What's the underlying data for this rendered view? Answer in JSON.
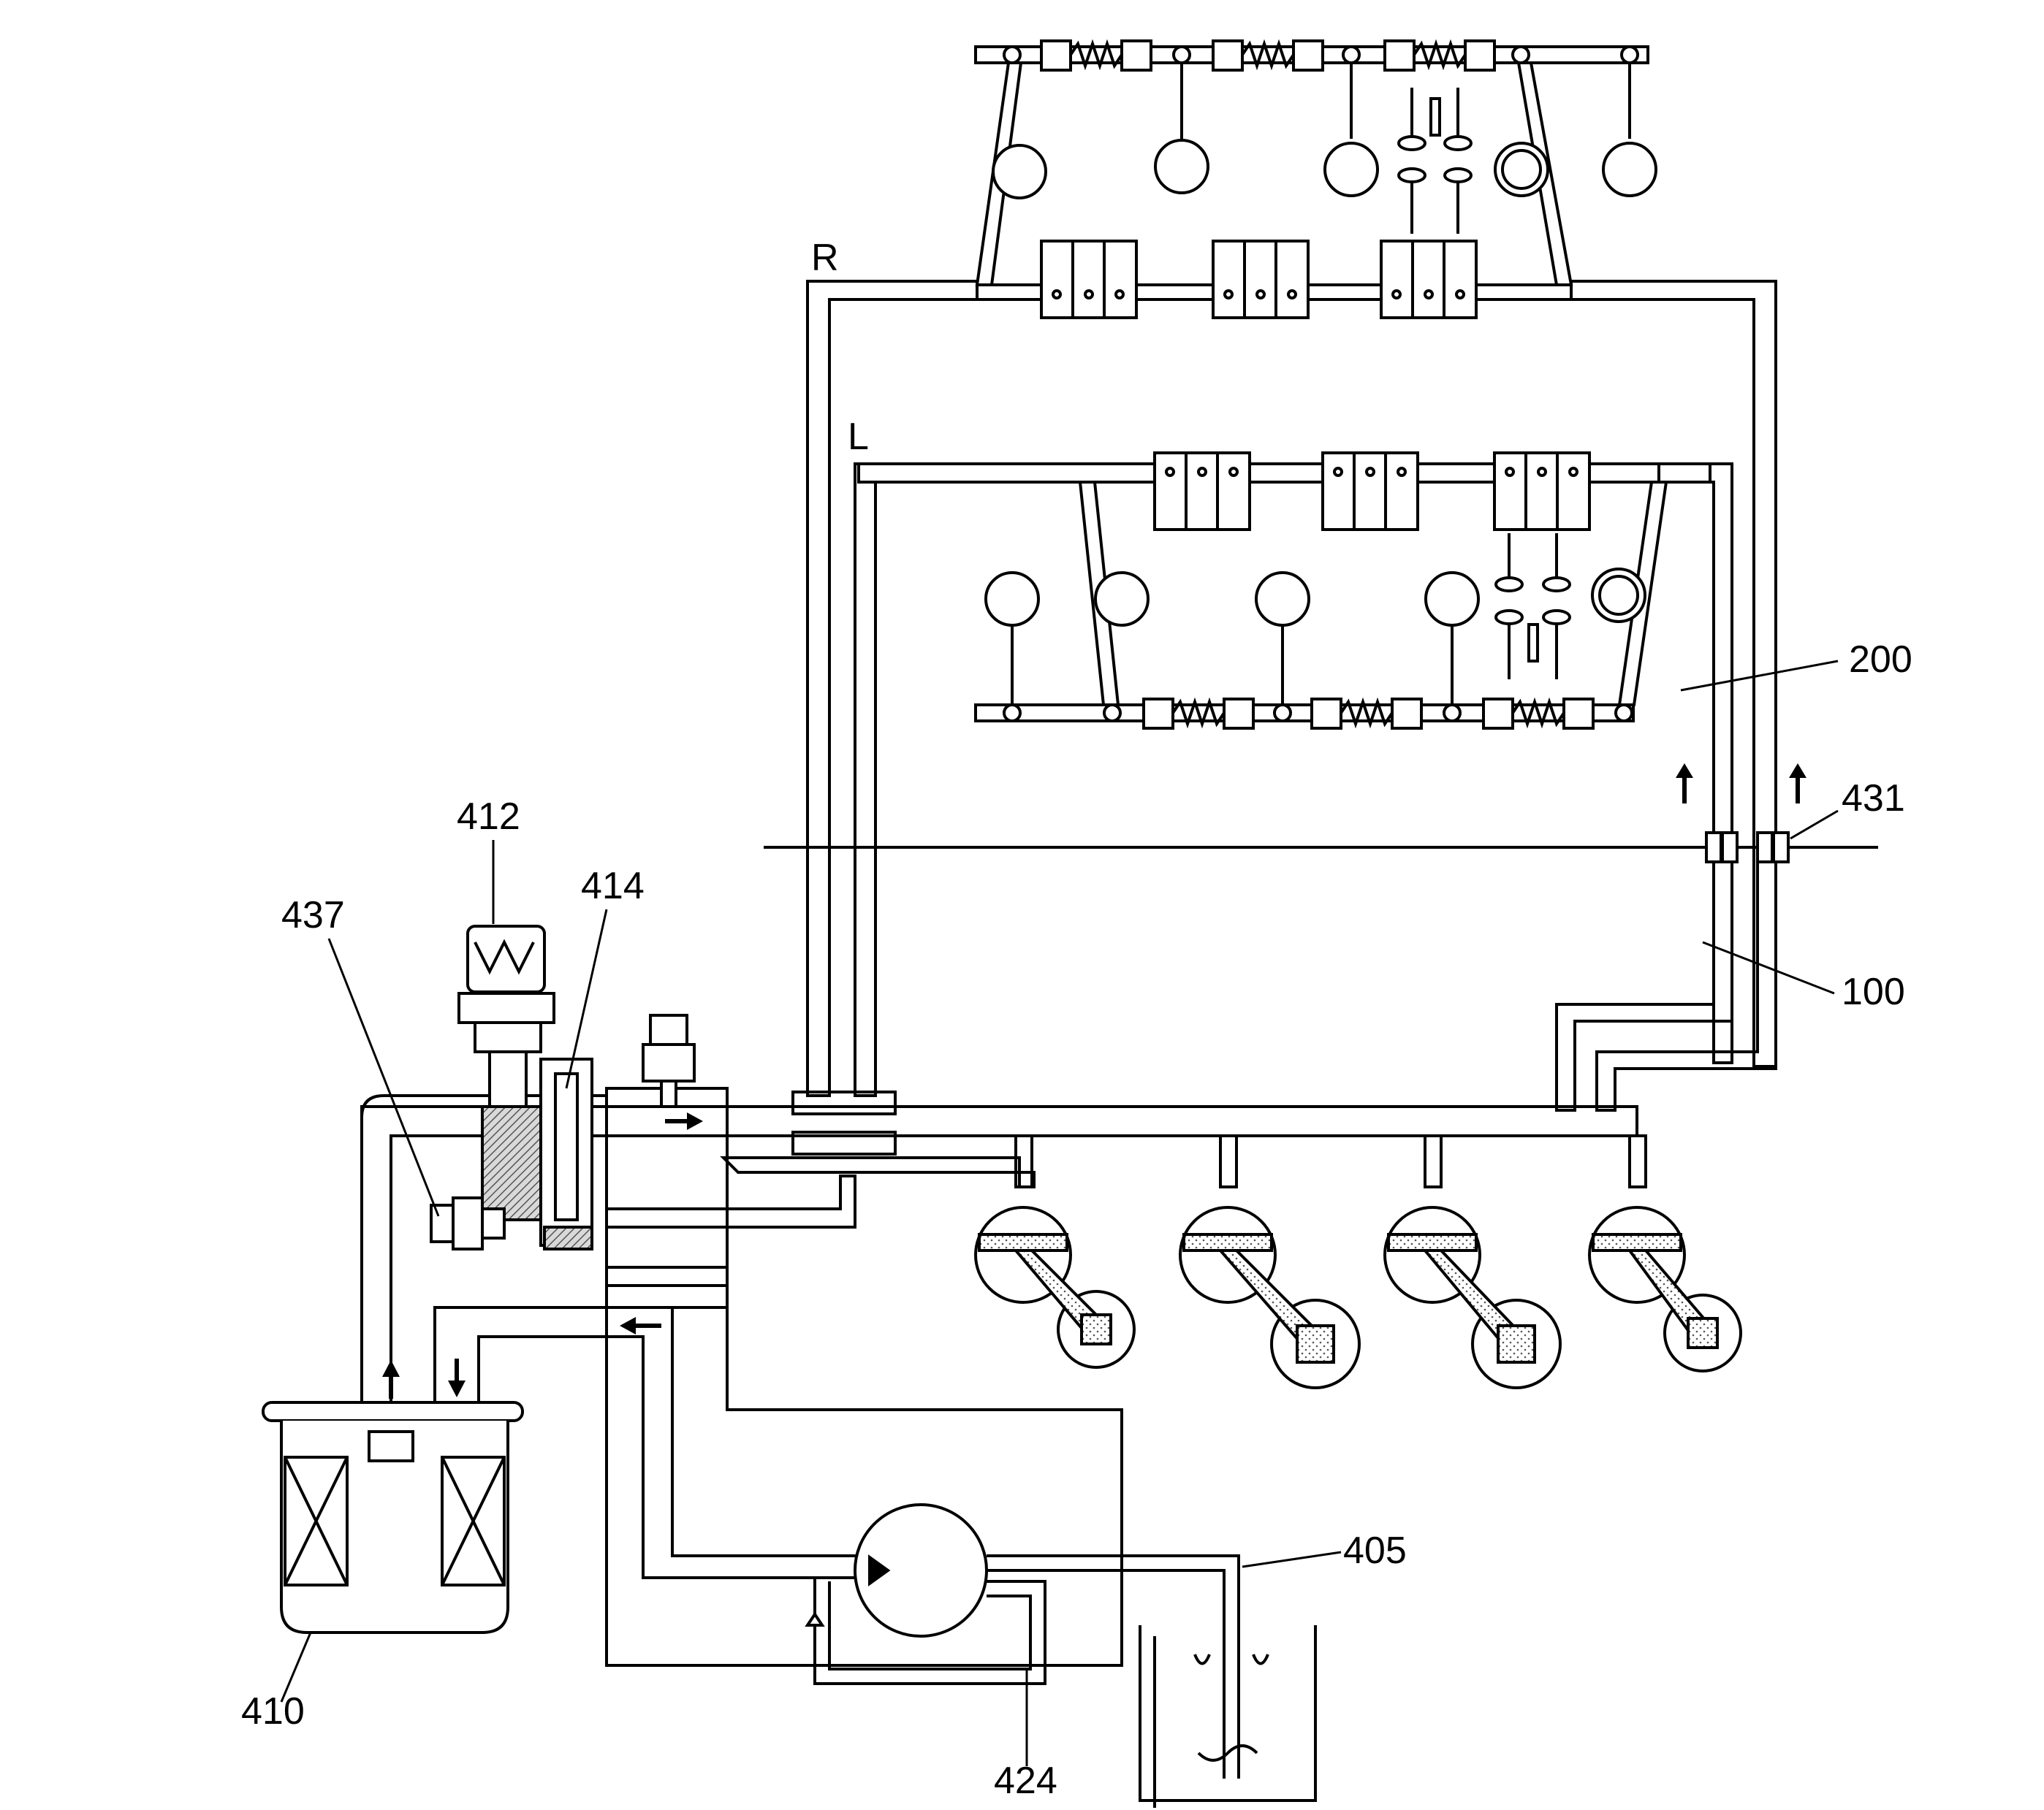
{
  "labels": {
    "bank_right": "R",
    "bank_left": "L",
    "upper_block": "200",
    "lower_block": "100",
    "oil_pressure_sensor": "412",
    "regulator_valve": "414",
    "switch_437": "437",
    "oil_filter": "410",
    "restrictor": "431",
    "pickup": "405",
    "return_line": "424"
  },
  "colors": {
    "line": "#000000",
    "oil_fill": "#c8c8c8",
    "background": "#ffffff"
  },
  "icons": {
    "pump": "oil-pump-icon",
    "filter": "oil-filter-icon",
    "arrow": "flow-arrow-icon"
  }
}
